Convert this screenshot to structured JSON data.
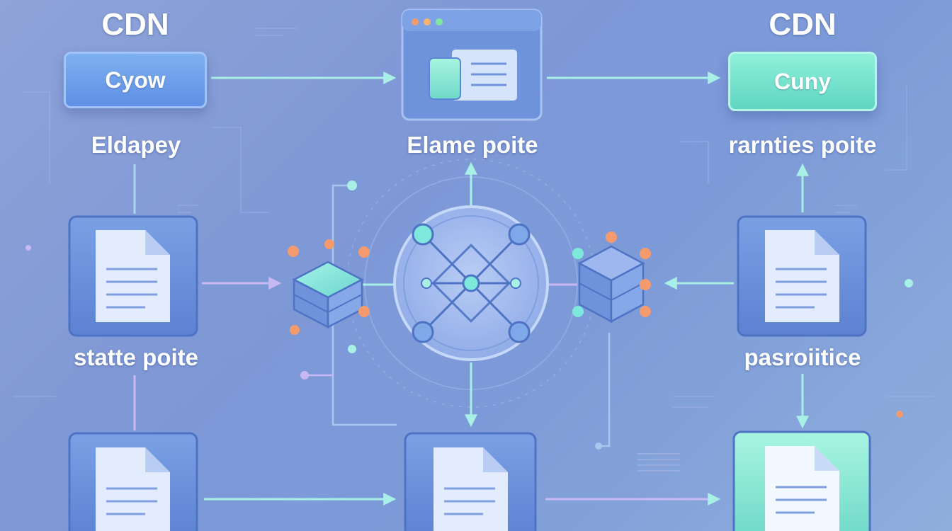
{
  "top": {
    "left_title": "CDN",
    "right_title": "CDN",
    "left_button": "Cyow",
    "right_button": "Cuny"
  },
  "labels": {
    "left_top": "Eldapey",
    "center_top": "Elame poite",
    "right_top": "rarnties poite",
    "left_mid": "statte poite",
    "right_mid": "pasroiitice"
  },
  "colors": {
    "background": "#8fa3d8",
    "panel": "#6f93db",
    "arrow": "#a8f0e6",
    "accent_orange": "#f59a6c",
    "accent_teal": "#7ee8dc"
  }
}
